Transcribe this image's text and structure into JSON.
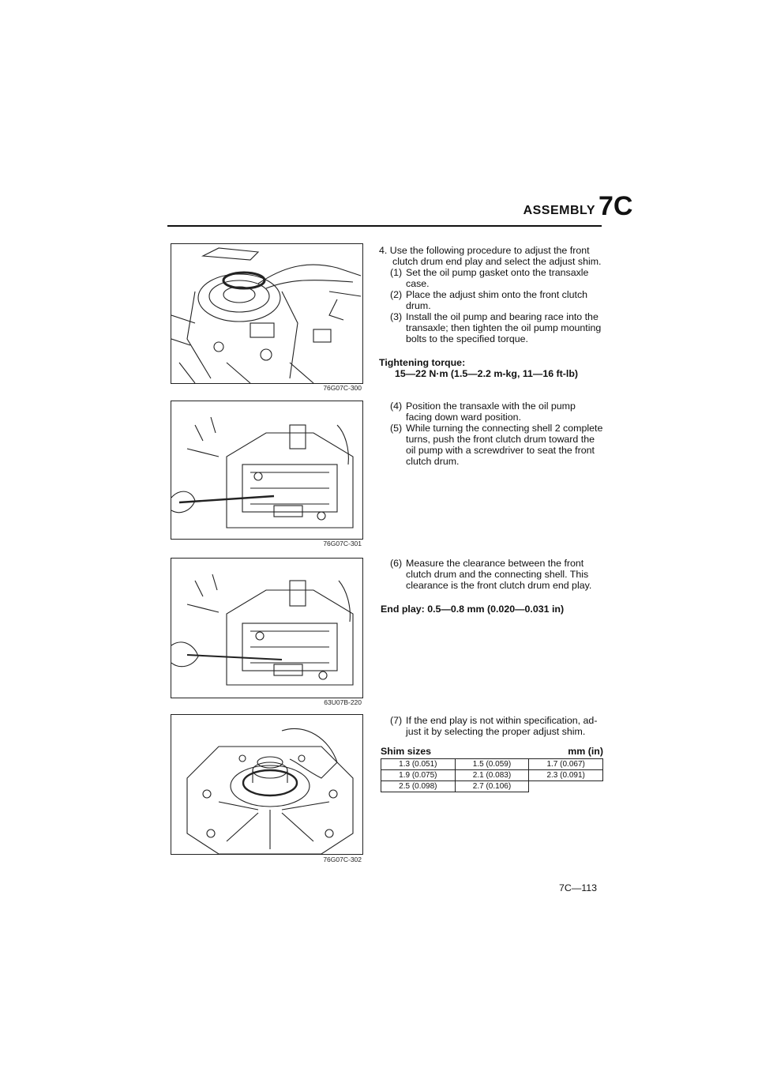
{
  "header": {
    "title": "ASSEMBLY",
    "code": "7C"
  },
  "figures": [
    {
      "label": "76G07C-300"
    },
    {
      "label": "76G07C-301"
    },
    {
      "label": "63U07B-220"
    },
    {
      "label": "76G07C-302"
    }
  ],
  "section1": {
    "intro": "4. Use the following procedure to adjust the front clutch drum end play and select the adjust shim.",
    "steps": [
      {
        "num": "(1)",
        "text": "Set the oil pump gasket onto the transaxle case."
      },
      {
        "num": "(2)",
        "text": "Place the adjust shim onto the front clutch drum."
      },
      {
        "num": "(3)",
        "text": "Install the oil pump and bearing race into the transaxle; then tighten the oil pump mounting bolts to the specified torque."
      }
    ],
    "spec_label": "Tightening torque:",
    "spec_value": "15—22 N·m (1.5—2.2 m-kg, 11—16 ft-lb)"
  },
  "section2": {
    "steps": [
      {
        "num": "(4)",
        "text": "Position the transaxle with the oil pump facing down ward position."
      },
      {
        "num": "(5)",
        "text": "While turning the connecting shell 2 complete turns, push the front clutch drum toward the oil pump with a screwdriver to seat the front clutch drum."
      }
    ]
  },
  "section3": {
    "steps": [
      {
        "num": "(6)",
        "text": "Measure the clearance between the front clutch drum and the connecting shell. This clearance is the front clutch drum end play."
      }
    ],
    "spec": "End play: 0.5—0.8 mm (0.020—0.031 in)"
  },
  "section4": {
    "steps": [
      {
        "num": "(7)",
        "text": "If the end play is not within specification, ad-just it by selecting the proper adjust shim."
      }
    ],
    "table_title": "Shim sizes",
    "table_unit": "mm (in)",
    "rows": [
      [
        "1.3 (0.051)",
        "1.5 (0.059)",
        "1.7 (0.067)"
      ],
      [
        "1.9 (0.075)",
        "2.1 (0.083)",
        "2.3 (0.091)"
      ],
      [
        "2.5 (0.098)",
        "2.7 (0.106)",
        ""
      ]
    ]
  },
  "footer": {
    "page": "7C—113"
  }
}
